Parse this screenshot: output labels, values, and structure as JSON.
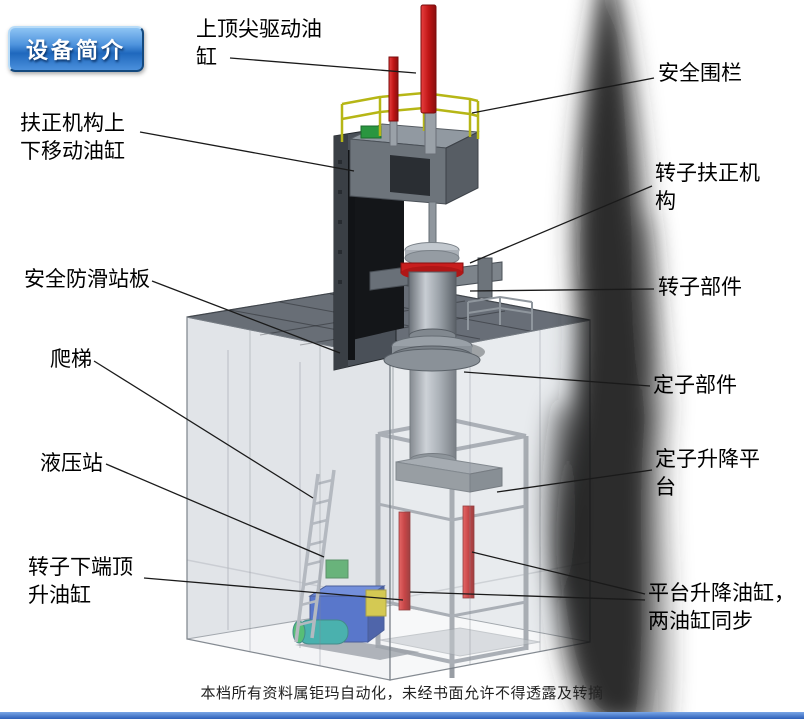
{
  "badge": {
    "label": "设备简介"
  },
  "callouts": {
    "top_drive_cylinder": "上顶尖驱动油\n缸",
    "safety_fence": "安全围栏",
    "centering_move_cylinder": "扶正机构上\n下移动油缸",
    "rotor_centering_mech": "转子扶正机\n构",
    "anti_slip_platform": "安全防滑站板",
    "rotor_part": "转子部件",
    "ladder": "爬梯",
    "stator_part": "定子部件",
    "hydraulic_station": "液压站",
    "stator_lift_platform": "定子升降平\n台",
    "rotor_bottom_jack_cylinder": "转子下端顶\n升油缸",
    "platform_lift_cylinders": "平台升降油缸，\n两油缸同步"
  },
  "footer": {
    "text": "本档所有资料属钜玛自动化，未经书面允许不得透露及转摘"
  },
  "colors": {
    "badge_blue": "#2f7fd6",
    "cylinder_red": "#c81e1e",
    "railing_yellow": "#b6b616",
    "hydraulic_blue": "#2a52c4",
    "pump_teal": "#15a39b",
    "steel_gray": "#8a9097",
    "platform_gray": "#5f656e",
    "bottom_bar_blue": "#2c5fb8"
  }
}
